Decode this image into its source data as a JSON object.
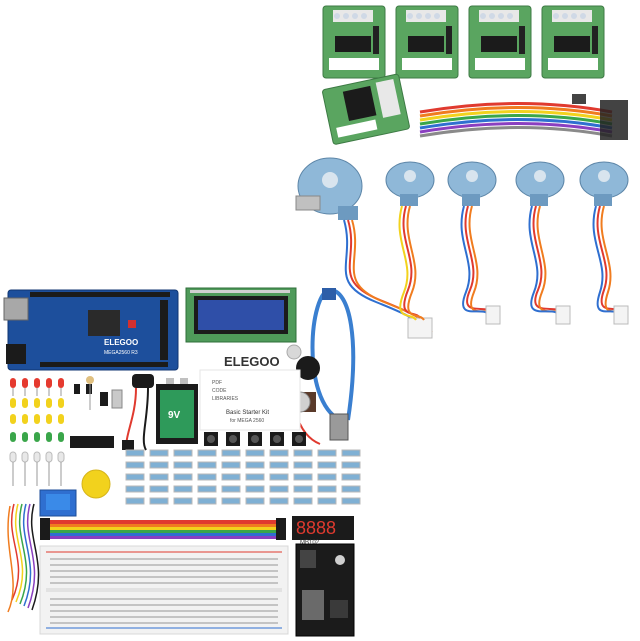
{
  "photo": {
    "brand_logo": "ELEGOO",
    "mega_board_text": "ELEGOO",
    "mega_model_text": "MEGA2560 R3",
    "manual_logo": "ELEGOO",
    "manual_title": "Basic Starter Kit",
    "manual_subtitle": "for MEGA 2560",
    "manual_list": [
      "PDF",
      "CODE",
      "LIBRARIES"
    ],
    "battery_label": "9V",
    "power_module_label": "MB102",
    "stepper_driver_count": 5,
    "stepper_motor_count": 5,
    "colors": {
      "board_blue": "#1d4f9c",
      "pcb_green": "#4f9a5a",
      "motor_blue": "#8fb8d8",
      "lcd_green": "#7fc26a",
      "breadboard": "#f2f2f2",
      "usb_cable": "#3a7fd0"
    }
  }
}
